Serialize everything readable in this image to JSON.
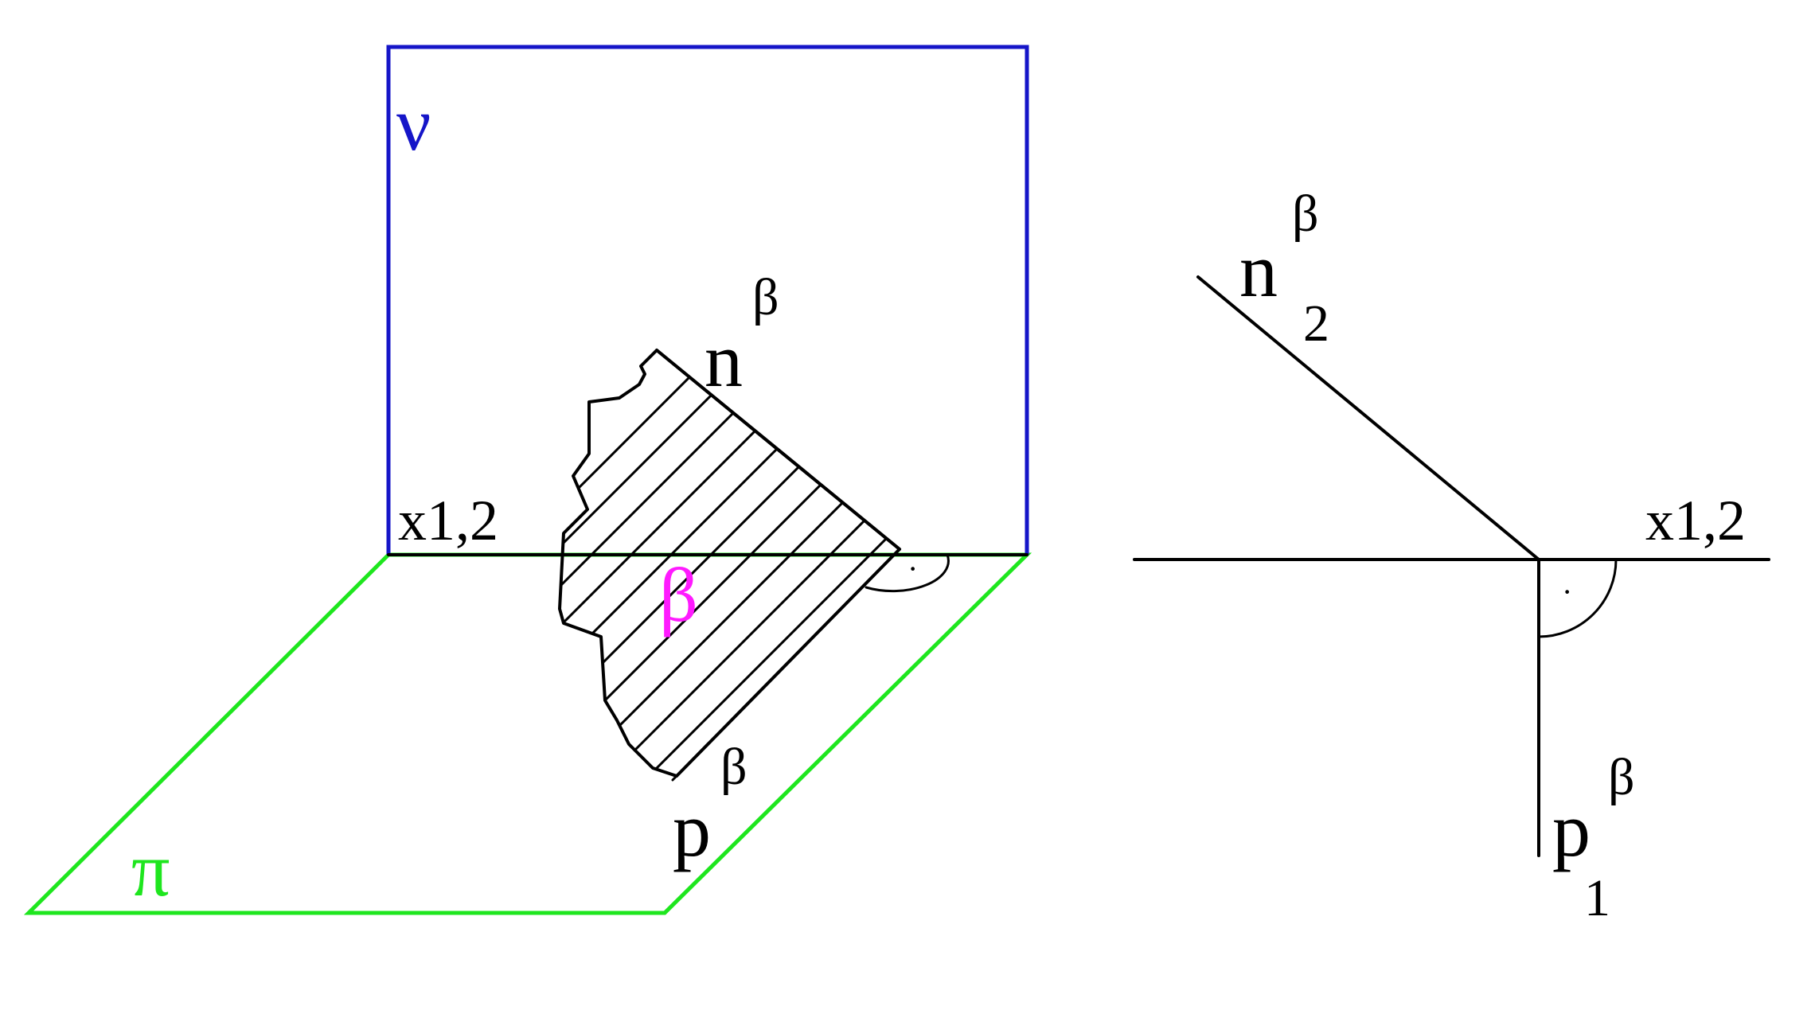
{
  "colors": {
    "plane_v": "#1515c8",
    "plane_pi": "#1ee61e",
    "plane_beta": "#ff1aff",
    "ink": "#000000"
  },
  "left_figure": {
    "plane_v_label": "ν",
    "plane_pi_label": "π",
    "plane_beta_label": "β",
    "axis_label": "x1,2",
    "trace_n_base": "n",
    "trace_n_sup": "β",
    "trace_p_base": "p",
    "trace_p_sup": "β",
    "right_angle_mark": "·"
  },
  "right_figure": {
    "axis_label": "x1,2",
    "trace_n_base": "n",
    "trace_n_sup": "β",
    "trace_n_sub": "2",
    "trace_p_base": "p",
    "trace_p_sup": "β",
    "trace_p_sub": "1",
    "right_angle_mark": "·"
  }
}
